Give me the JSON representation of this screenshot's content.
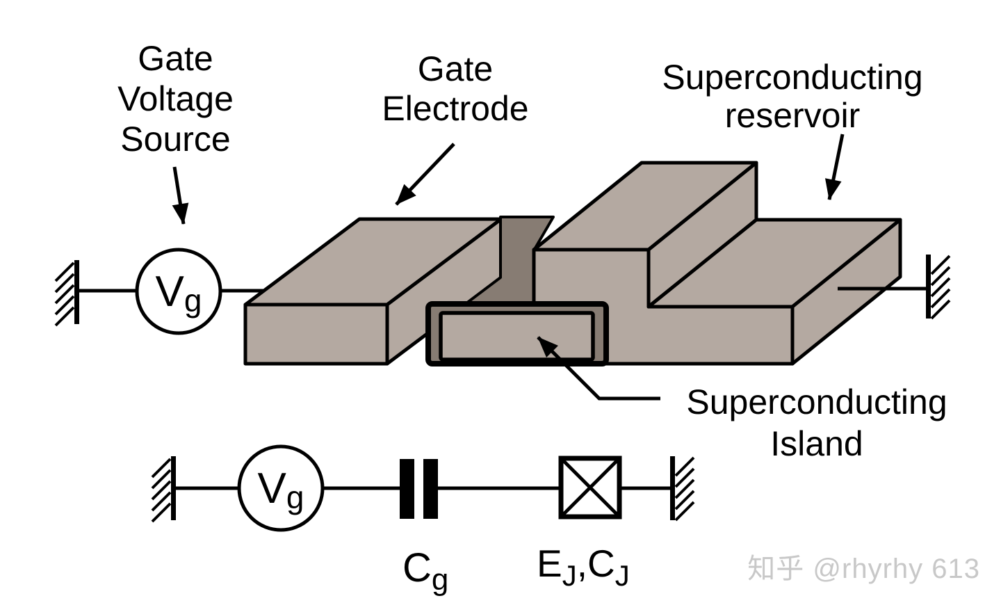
{
  "labels": {
    "gate_voltage_source": {
      "line1": "Gate",
      "line2": "Voltage",
      "line3": "Source"
    },
    "gate_electrode": {
      "line1": "Gate",
      "line2": "Electrode"
    },
    "superconducting_reservoir": {
      "line1": "Superconducting",
      "line2": "reservoir"
    },
    "superconducting_island": {
      "line1": "Superconducting",
      "line2": "Island"
    }
  },
  "circuit": {
    "gate_voltage": {
      "main": "V",
      "sub": "g"
    },
    "gate_capacitance": {
      "main": "C",
      "sub": "g"
    },
    "junction": {
      "energy_main": "E",
      "energy_sub": "J",
      "separator": ",",
      "cap_main": "C",
      "cap_sub": "J"
    }
  },
  "watermark": "知乎 @rhyrhy 613",
  "colors": {
    "face_light": "#b4a9a1",
    "face_dark": "#877c73",
    "outline": "#000000",
    "watermark_gray": "#c8c8c8",
    "background": "#ffffff"
  }
}
